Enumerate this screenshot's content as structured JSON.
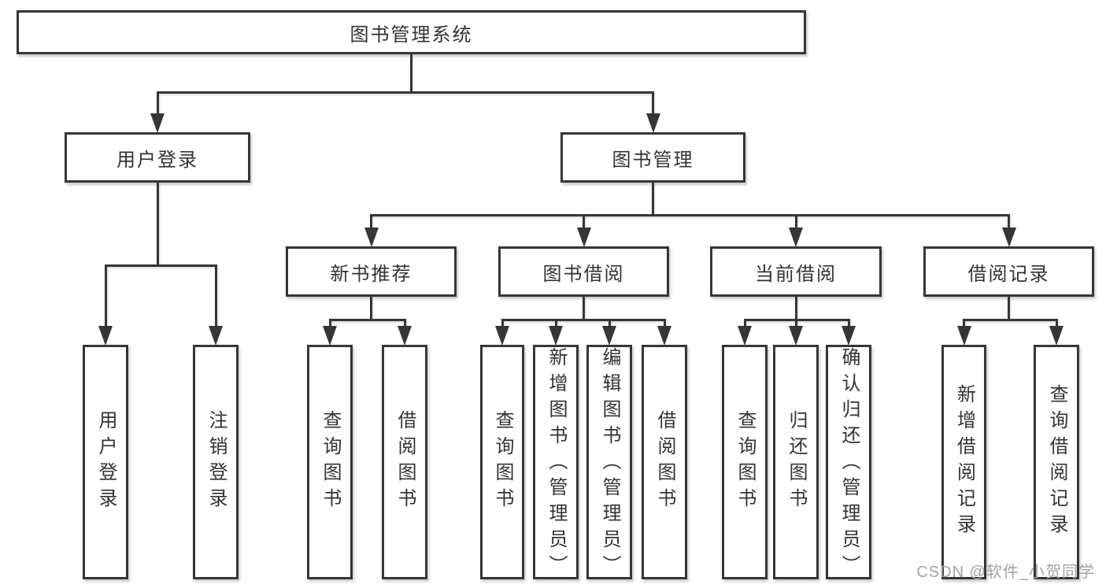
{
  "diagram": {
    "title": "图书管理系统",
    "watermark": "CSDN @软件_小贺同学",
    "colors": {
      "line": "#363636",
      "text": "#333333",
      "background": "#ffffff",
      "watermark": "#a3a3a3"
    },
    "tree": {
      "id": "root",
      "label": "图书管理系统",
      "children": [
        {
          "id": "user-login",
          "label": "用户登录",
          "children": [
            {
              "id": "user-login-action",
              "label": "用户登录",
              "vertical": true
            },
            {
              "id": "logout",
              "label": "注销登录",
              "vertical": true
            }
          ]
        },
        {
          "id": "book-management",
          "label": "图书管理",
          "children": [
            {
              "id": "new-book-recommend",
              "label": "新书推荐",
              "children": [
                {
                  "id": "nb-query-book",
                  "label": "查询图书",
                  "vertical": true
                },
                {
                  "id": "nb-borrow-book",
                  "label": "借阅图书",
                  "vertical": true
                }
              ]
            },
            {
              "id": "book-borrow",
              "label": "图书借阅",
              "children": [
                {
                  "id": "bb-query-book",
                  "label": "查询图书",
                  "vertical": true
                },
                {
                  "id": "bb-add-book",
                  "label": "新增图书（管理员）",
                  "vertical": true
                },
                {
                  "id": "bb-edit-book",
                  "label": "编辑图书（管理员）",
                  "vertical": true
                },
                {
                  "id": "bb-borrow-book",
                  "label": "借阅图书",
                  "vertical": true
                }
              ]
            },
            {
              "id": "current-borrow",
              "label": "当前借阅",
              "children": [
                {
                  "id": "cb-query-book",
                  "label": "查询图书",
                  "vertical": true
                },
                {
                  "id": "cb-return-book",
                  "label": "归还图书",
                  "vertical": true
                },
                {
                  "id": "cb-confirm-return",
                  "label": "确认归还（管理员）",
                  "vertical": true
                }
              ]
            },
            {
              "id": "borrow-record",
              "label": "借阅记录",
              "children": [
                {
                  "id": "br-add-record",
                  "label": "新增借阅记录",
                  "vertical": true
                },
                {
                  "id": "br-query-record",
                  "label": "查询借阅记录",
                  "vertical": true
                }
              ]
            }
          ]
        }
      ]
    }
  }
}
